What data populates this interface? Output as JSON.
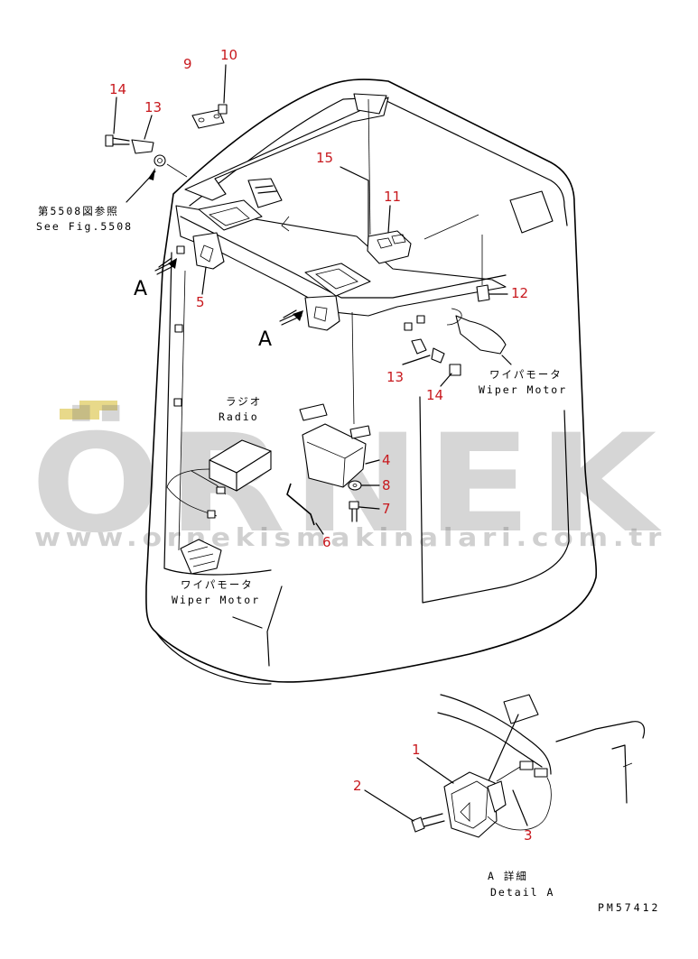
{
  "callouts": {
    "n1": "1",
    "n2": "2",
    "n3": "3",
    "n4": "4",
    "n5": "5",
    "n6": "6",
    "n7": "7",
    "n8": "8",
    "n9": "9",
    "n10": "10",
    "n11": "11",
    "n12": "12",
    "n13_top": "13",
    "n13_right": "13",
    "n14_top": "14",
    "n14_right": "14",
    "n15": "15"
  },
  "labels": {
    "see_fig_jp": "第5508図参照",
    "see_fig_en": "See Fig.5508",
    "view_a_left": "A",
    "view_a_center": "A",
    "radio_jp": "ラジオ",
    "radio_en": "Radio",
    "wiper_motor_right_jp": "ワイパモータ",
    "wiper_motor_right_en": "Wiper Motor",
    "wiper_motor_left_jp": "ワイパモータ",
    "wiper_motor_left_en": "Wiper Motor",
    "detail_jp": "A 詳細",
    "detail_en": "Detail A",
    "drawing_code": "PM57412"
  },
  "watermark": {
    "brand": "ÖRNEK",
    "url": "www.ornekismakinalari.com.tr"
  },
  "colors": {
    "callout": "#c8191e",
    "line": "#000000",
    "watermark": "#7a7a7a",
    "watermark_accent": "#e8d98a"
  }
}
